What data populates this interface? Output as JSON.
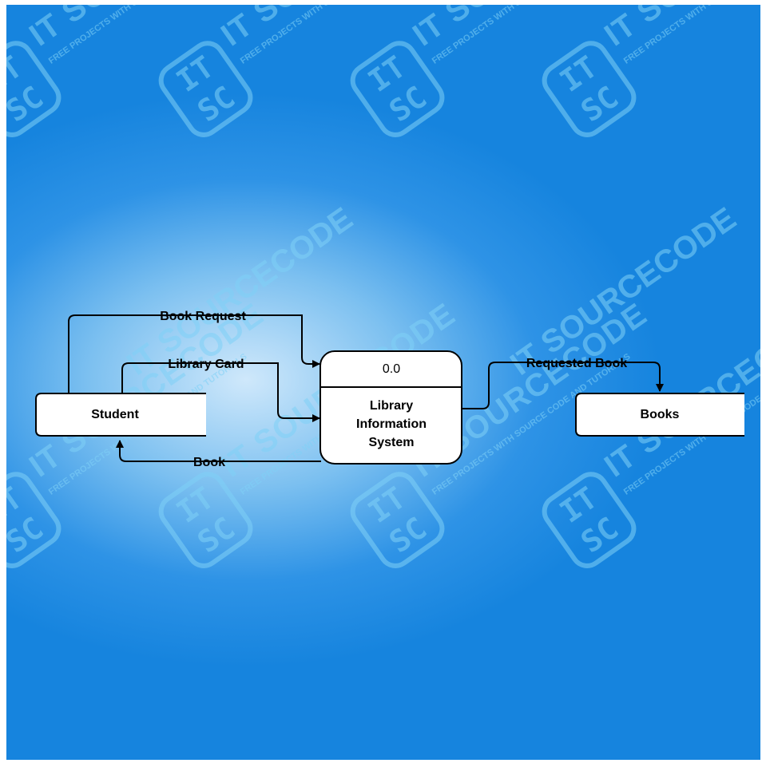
{
  "watermark": {
    "logo_top": "IT",
    "logo_bottom": "SC",
    "brand": "IT SOURCECODE",
    "tagline": "FREE PROJECTS WITH SOURCE CODE AND TUTORIALS"
  },
  "diagram": {
    "process": {
      "id": "0.0",
      "name_line1": "Library",
      "name_line2": "Information",
      "name_line3": "System"
    },
    "entities": {
      "student": "Student",
      "books": "Books"
    },
    "flows": {
      "book_request": "Book Request",
      "library_card": "Library Card",
      "book": "Book",
      "requested_book": "Requested Book"
    }
  },
  "colors": {
    "background_center": "#cfe8fb",
    "background_edge": "#1684de",
    "watermark": "#7fd1f7",
    "shape_fill": "#ffffff",
    "stroke": "#000000"
  }
}
